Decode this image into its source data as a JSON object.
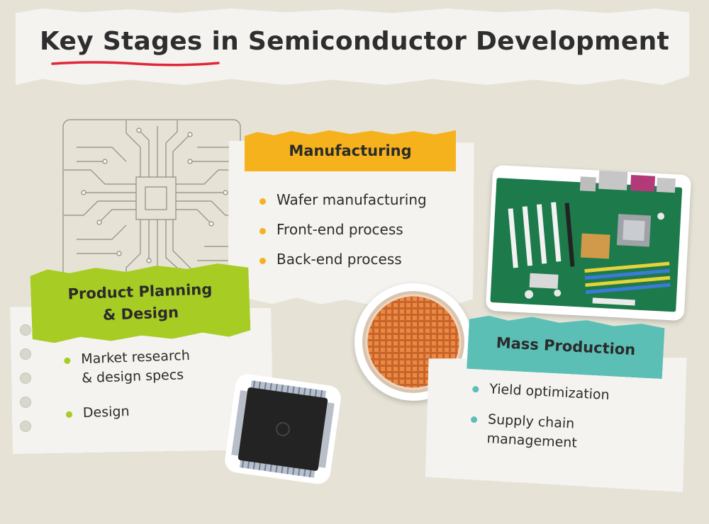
{
  "title": "Key Stages in Semiconductor Development",
  "accent_colors": {
    "title_underline": "#e0283a",
    "manufacturing": "#f5b21d",
    "product_planning": "#a7cc24",
    "mass_production": "#5bbfb6"
  },
  "stages": {
    "manufacturing": {
      "label": "Manufacturing",
      "items": [
        "Wafer manufacturing",
        "Front-end process",
        "Back-end process"
      ]
    },
    "product_planning": {
      "label_line1": "Product Planning",
      "label_line2": "& Design",
      "items": [
        "Market research",
        "& design specs",
        "Design"
      ]
    },
    "mass_production": {
      "label": "Mass Production",
      "items": [
        "Yield optimization",
        "Supply chain",
        "management"
      ]
    }
  },
  "images": {
    "circuit": "circuit-diagram-icon",
    "motherboard": "motherboard-photo",
    "wafer": "silicon-wafer-photo",
    "chip": "microchip-photo"
  }
}
